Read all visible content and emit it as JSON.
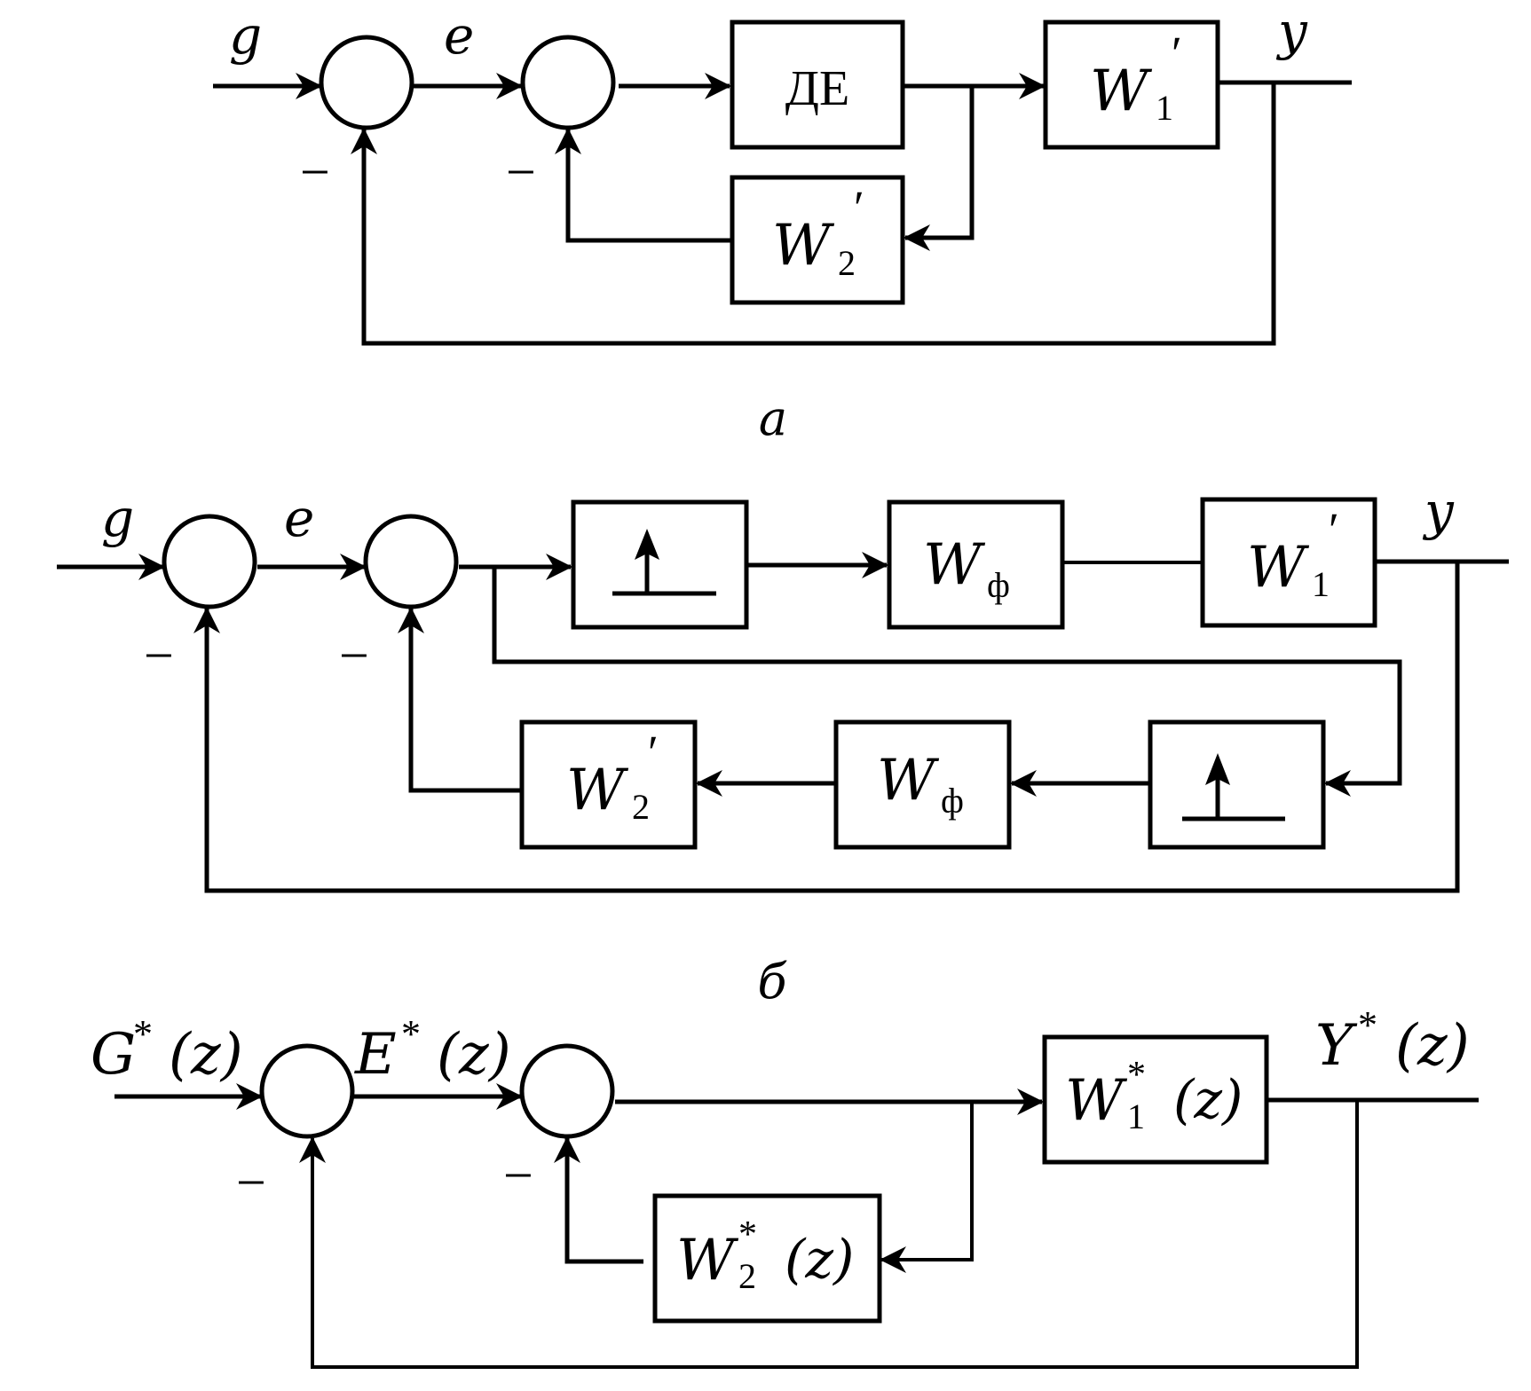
{
  "figure": {
    "panels": [
      {
        "id": "a",
        "caption": "a",
        "input_label": "g",
        "error_label": "e",
        "output_label": "y",
        "minus_signs": [
          "−",
          "−"
        ],
        "blocks": {
          "actuator": {
            "text": "ДЕ"
          },
          "w1": {
            "main": "W",
            "prime": "′",
            "sub": "1"
          },
          "w2": {
            "main": "W",
            "prime": "′",
            "sub": "2"
          }
        }
      },
      {
        "id": "b",
        "caption": "б",
        "input_label": "g",
        "error_label": "e",
        "output_label": "y",
        "minus_signs": [
          "−",
          "−"
        ],
        "blocks": {
          "sampler_forward": {
            "icon": "impulse-sampler-icon"
          },
          "filter_forward": {
            "main": "W",
            "sub": "ф"
          },
          "w1": {
            "main": "W",
            "prime": "′",
            "sub": "1"
          },
          "sampler_feedback": {
            "icon": "impulse-sampler-icon"
          },
          "filter_feedback": {
            "main": "W",
            "sub": "ф"
          },
          "w2": {
            "main": "W",
            "prime": "′",
            "sub": "2"
          }
        }
      },
      {
        "id": "c",
        "caption": "",
        "input_label": {
          "main": "G",
          "star": "*",
          "arg": "(z)"
        },
        "error_label": {
          "main": "E",
          "star": "*",
          "arg": "(z)"
        },
        "output_label": {
          "main": "Y",
          "star": "*",
          "arg": "(z)"
        },
        "minus_signs": [
          "−",
          "−"
        ],
        "blocks": {
          "w1": {
            "main": "W",
            "star": "*",
            "sub": "1",
            "arg": "(z)"
          },
          "w2": {
            "main": "W",
            "star": "*",
            "sub": "2",
            "arg": "(z)"
          }
        }
      }
    ]
  }
}
